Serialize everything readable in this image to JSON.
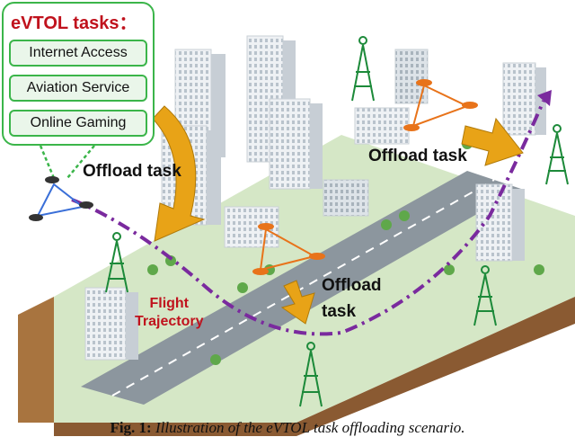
{
  "task_panel": {
    "title": "eVTOL tasks：",
    "items": [
      "Internet Access",
      "Aviation Service",
      "Online Gaming"
    ]
  },
  "labels": {
    "offload_left": "Offload task",
    "offload_right": "Offload task",
    "offload_center_line1": "Offload",
    "offload_center_line2": "task",
    "flight_trajectory": "Flight\nTrajectory"
  },
  "caption": {
    "fig_label": "Fig. 1:",
    "text": "Illustration of the eVTOL task offloading scenario."
  },
  "colors": {
    "panel_border": "#3bb54a",
    "title_red": "#c0121d",
    "trajectory_purple": "#7a2a9e",
    "arrow_orange": "#e8a317",
    "tower_green": "#1d8a3a"
  }
}
